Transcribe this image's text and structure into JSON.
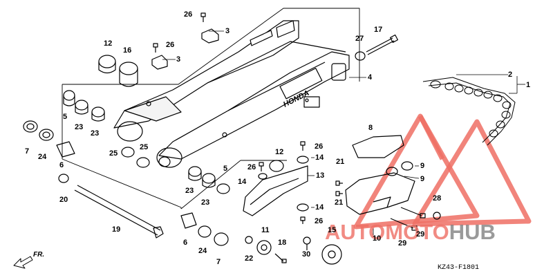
{
  "diagram": {
    "diagram_code": "KZ43-F1801",
    "direction_label": "FR.",
    "watermark": {
      "text_colored": "AUTOMOTO",
      "text_gray": "HUB",
      "colors": {
        "logo_red": "#ee6e64",
        "logo_gray": "#808080"
      }
    },
    "callouts": [
      {
        "id": "c1",
        "text": "1"
      },
      {
        "id": "c2",
        "text": "2"
      },
      {
        "id": "c3a",
        "text": "3"
      },
      {
        "id": "c3b",
        "text": "3"
      },
      {
        "id": "c4",
        "text": "4"
      },
      {
        "id": "c5a",
        "text": "5"
      },
      {
        "id": "c5b",
        "text": "5"
      },
      {
        "id": "c6a",
        "text": "6"
      },
      {
        "id": "c6b",
        "text": "6"
      },
      {
        "id": "c7a",
        "text": "7"
      },
      {
        "id": "c7b",
        "text": "7"
      },
      {
        "id": "c8",
        "text": "8"
      },
      {
        "id": "c9a",
        "text": "9"
      },
      {
        "id": "c9b",
        "text": "9"
      },
      {
        "id": "c10",
        "text": "10"
      },
      {
        "id": "c11",
        "text": "11"
      },
      {
        "id": "c12a",
        "text": "12"
      },
      {
        "id": "c12b",
        "text": "12"
      },
      {
        "id": "c13",
        "text": "13"
      },
      {
        "id": "c14a",
        "text": "14"
      },
      {
        "id": "c14b",
        "text": "14"
      },
      {
        "id": "c14c",
        "text": "14"
      },
      {
        "id": "c15",
        "text": "15"
      },
      {
        "id": "c16",
        "text": "16"
      },
      {
        "id": "c17",
        "text": "17"
      },
      {
        "id": "c18",
        "text": "18"
      },
      {
        "id": "c19",
        "text": "19"
      },
      {
        "id": "c20",
        "text": "20"
      },
      {
        "id": "c21a",
        "text": "21"
      },
      {
        "id": "c21b",
        "text": "21"
      },
      {
        "id": "c22",
        "text": "22"
      },
      {
        "id": "c23a",
        "text": "23"
      },
      {
        "id": "c23b",
        "text": "23"
      },
      {
        "id": "c23c",
        "text": "23"
      },
      {
        "id": "c23d",
        "text": "23"
      },
      {
        "id": "c24a",
        "text": "24"
      },
      {
        "id": "c24b",
        "text": "24"
      },
      {
        "id": "c25a",
        "text": "25"
      },
      {
        "id": "c25b",
        "text": "25"
      },
      {
        "id": "c26a",
        "text": "26"
      },
      {
        "id": "c26b",
        "text": "26"
      },
      {
        "id": "c26c",
        "text": "26"
      },
      {
        "id": "c26d",
        "text": "26"
      },
      {
        "id": "c26e",
        "text": "26"
      },
      {
        "id": "c27",
        "text": "27"
      },
      {
        "id": "c28",
        "text": "28"
      },
      {
        "id": "c29a",
        "text": "29"
      },
      {
        "id": "c29b",
        "text": "29"
      },
      {
        "id": "c30",
        "text": "30"
      }
    ]
  }
}
